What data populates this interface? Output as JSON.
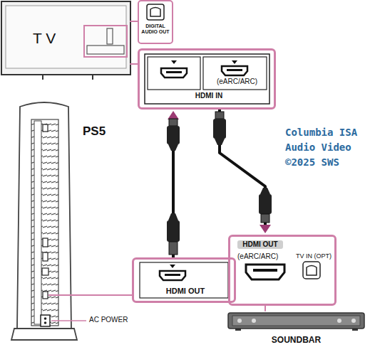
{
  "diagram": {
    "nodes": [
      {
        "text": [
          "T V"
        ]
      },
      {
        "text": [
          "DIGITAL AUDIO OUT"
        ]
      },
      {
        "text": [
          "(eARC/ARC)",
          "HDMI IN"
        ]
      },
      {
        "text": [
          "PS5"
        ]
      },
      {
        "text": [
          "HDMI OUT"
        ]
      },
      {
        "text": [
          "HDMI OUT",
          "(eARC/ARC)",
          "TV IN (OPT)"
        ]
      },
      {
        "text": [
          "SOUNDBAR"
        ]
      }
    ],
    "edges": [
      {
        "from": 0,
        "to": 1,
        "arrow": "none"
      },
      {
        "from": 0,
        "to": 2,
        "arrow": "none"
      },
      {
        "from": 3,
        "to": 4,
        "arrow": "none"
      },
      {
        "from": 4,
        "to": 2,
        "arrow": "to"
      },
      {
        "from": 2,
        "to": 5,
        "arrow": "to"
      },
      {
        "from": 5,
        "to": 6,
        "arrow": "none"
      }
    ],
    "labels": [
      "AC POWER",
      "Columbia ISA",
      "Audio Video",
      "©2025 SWS"
    ]
  }
}
